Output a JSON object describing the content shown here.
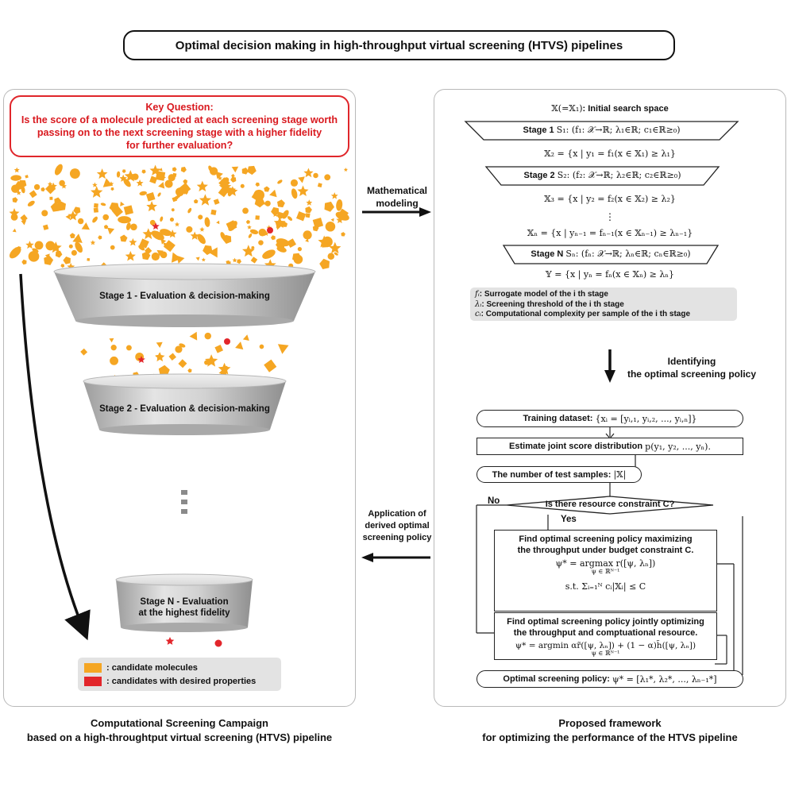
{
  "title": "Optimal decision making in high-throughput virtual screening (HTVS) pipelines",
  "key_question": {
    "heading": "Key Question:",
    "line1": "Is the score of a molecule predicted at each screening stage worth",
    "line2": "passing on to the next screening stage with a higher fidelity",
    "line3": "for further evaluation?"
  },
  "left": {
    "stage1": "Stage 1 - Evaluation & decision-making",
    "stage2": "Stage 2 - Evaluation & decision-making",
    "stageN_line1": "Stage N - Evaluation",
    "stageN_line2": "at the highest fidelity",
    "ellipsis": "⋮",
    "legend": {
      "item1": ": candidate molecules",
      "item2": ": candidates with desired properties"
    },
    "caption_line1": "Computational Screening Campaign",
    "caption_line2": "based on a high-throughtput virtual screening (HTVS) pipeline"
  },
  "middle": {
    "top_label_line1": "Mathematical",
    "top_label_line2": "modeling",
    "bottom_label_line1": "Application of",
    "bottom_label_line2": "derived optimal",
    "bottom_label_line3": "screening policy"
  },
  "right": {
    "initial_math": "𝕏(=𝕏₁)",
    "initial_text": ": Initial search space",
    "stage1_label": "Stage 1",
    "stage1_math": "S₁: (f₁: 𝒳→ℝ; λ₁∈ℝ; c₁∈ℝ≥₀)",
    "x2": "𝕏₂ = {x | y₁ = f₁(x ∈ 𝕏₁) ≥ λ₁}",
    "stage2_label": "Stage 2",
    "stage2_math": "S₂: (f₂: 𝒳→ℝ; λ₂∈ℝ; c₂∈ℝ≥₀)",
    "x3": "𝕏₃ = {x | y₂ = f₂(x ∈ 𝕏₂) ≥ λ₂}",
    "vdots": "⋮",
    "xN": "𝕏ₙ = {x | yₙ₋₁ = fₙ₋₁(x ∈ 𝕏ₙ₋₁) ≥ λₙ₋₁}",
    "stageN_label": "Stage N",
    "stageN_math": "Sₙ: (fₙ: 𝒳→ℝ; λₙ∈ℝ; cₙ∈ℝ≥₀)",
    "y": "𝕐 = {x | yₙ = fₙ(x ∈ 𝕏ₙ) ≥ λₙ}",
    "defs": {
      "f_sym": "fᵢ",
      "f_text": ": Surrogate model of the i th stage",
      "l_sym": "λᵢ",
      "l_text": ": Screening threshold of the i th stage",
      "c_sym": "cᵢ",
      "c_text": ": Computational complexity per sample of the i th stage"
    },
    "identify_line1": "Identifying",
    "identify_line2": "the optimal screening policy",
    "flow": {
      "training_label": "Training dataset:",
      "training_math": "{xᵢ = [yᵢ,₁, yᵢ,₂, ..., yᵢ,ₙ]}",
      "estimate_label": "Estimate joint score distribution",
      "estimate_math": "p(y₁, y₂, ..., yₙ).",
      "test_label": "The number of test samples:",
      "test_math": "|𝕏|",
      "decision": "Is there resource constraint C?",
      "no": "No",
      "yes": "Yes",
      "opt1_line1": "Find optimal screening policy maximizing",
      "opt1_line2": "the throughput under budget constraint C.",
      "opt1_eq1": "ψ* = argmax r([ψ, λₙ])",
      "opt1_sub": "ψ ∈ ℝᴺ⁻¹",
      "opt1_eq2": "s.t. Σᵢ₌₁ᴺ cᵢ|𝕏ᵢ| ≤ C",
      "opt2_line1": "Find optimal screening policy jointly optimizing",
      "opt2_line2": "the throughput and comptuational resource.",
      "opt2_eq": "ψ* = argmin αr̃([ψ, λₙ]) + (1 − α)h̃([ψ, λₙ])",
      "opt2_sub": "ψ ∈ ℝᴺ⁻¹",
      "result_label": "Optimal screening policy:",
      "result_math": "ψ* = [λ₁*, λ₂*, ..., λₙ₋₁*]"
    },
    "caption_line1": "Proposed framework",
    "caption_line2": "for optimizing the performance of the HTVS pipeline"
  },
  "colors": {
    "orange": "#f5a623",
    "red": "#e2262b",
    "funnel": "#c9c9c9",
    "legend_bg": "#e3e3e3"
  }
}
